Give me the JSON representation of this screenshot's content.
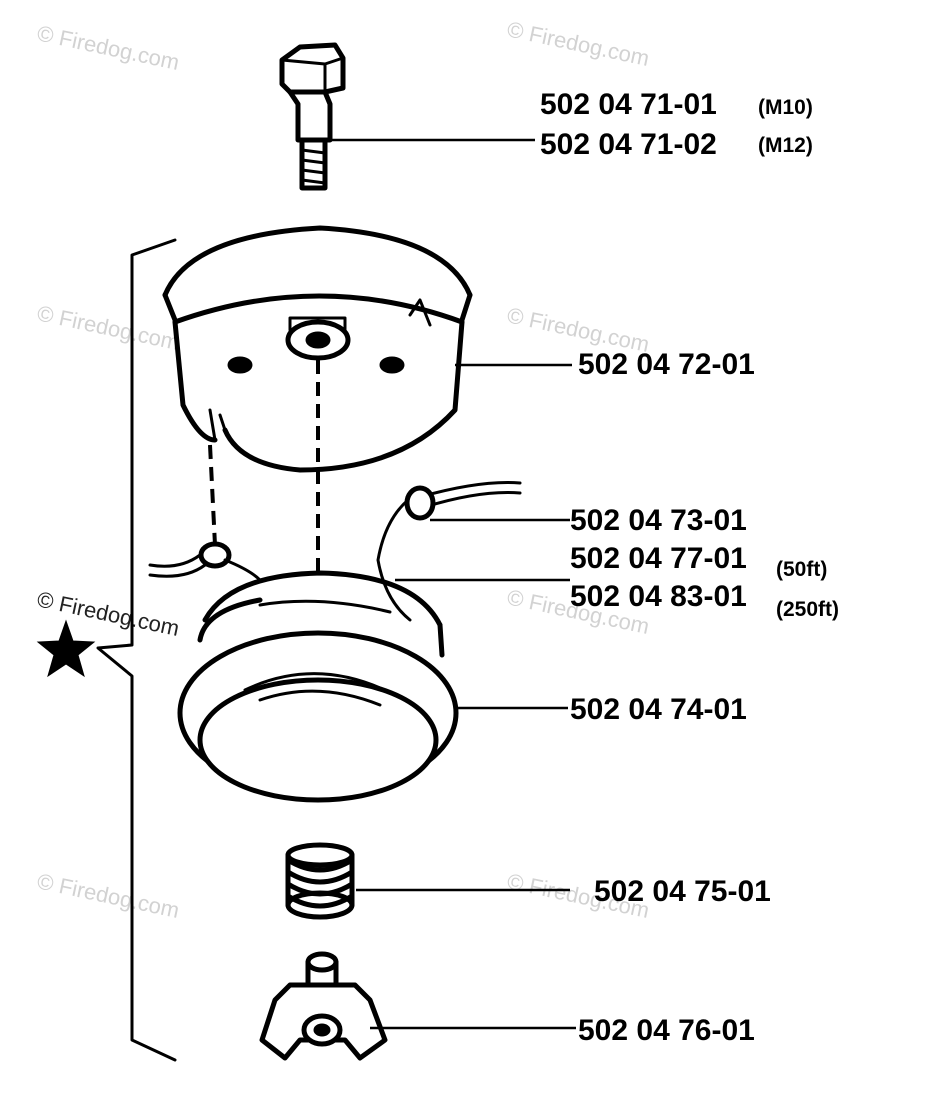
{
  "watermark": {
    "text": "© Firedog.com"
  },
  "parts": [
    {
      "id": "bolt",
      "number": "502 04 71-01",
      "note": "(M10)"
    },
    {
      "id": "bolt-alt",
      "number": "502 04 71-02",
      "note": "(M12)"
    },
    {
      "id": "cover",
      "number": "502 04 72-01",
      "note": ""
    },
    {
      "id": "eyelet",
      "number": "502 04 73-01",
      "note": ""
    },
    {
      "id": "line-50",
      "number": "502 04 77-01",
      "note": "(50ft)"
    },
    {
      "id": "line-250",
      "number": "502 04 83-01",
      "note": "(250ft)"
    },
    {
      "id": "spool",
      "number": "502 04 74-01",
      "note": ""
    },
    {
      "id": "spring",
      "number": "502 04 75-01",
      "note": ""
    },
    {
      "id": "knob",
      "number": "502 04 76-01",
      "note": ""
    }
  ],
  "kit_symbol": "star-icon",
  "colors": {
    "ink": "#000000",
    "background": "#ffffff",
    "watermark": "#d2d2d2"
  }
}
